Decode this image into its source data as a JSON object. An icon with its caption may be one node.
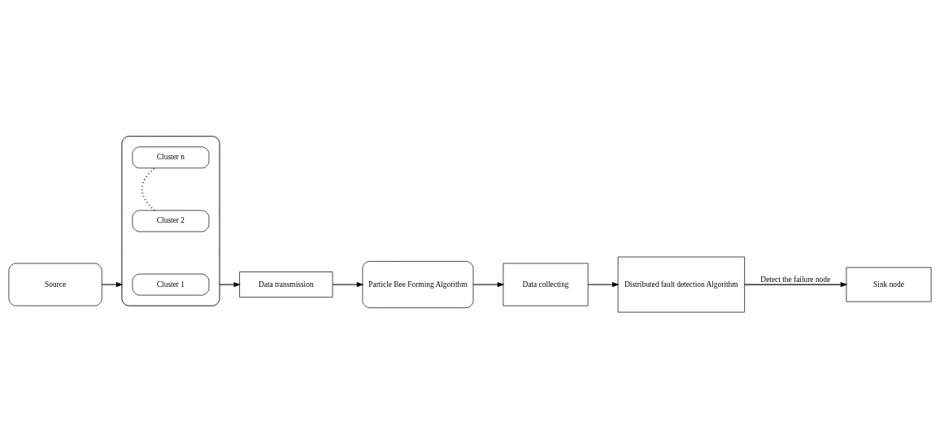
{
  "diagram": {
    "nodes": [
      {
        "text": [
          "Source"
        ]
      },
      {
        "text": [],
        "shape": "box"
      },
      {
        "text": [
          "Cluster 1"
        ],
        "in": 1
      },
      {
        "text": [
          "Cluster 2"
        ],
        "in": 1
      },
      {
        "text": [
          "Cluster n"
        ],
        "in": 1
      },
      {
        "text": [
          "Data transmission"
        ]
      },
      {
        "text": [
          "Particle Bee Forming Algorithm"
        ]
      },
      {
        "text": [
          "Data collecting"
        ]
      },
      {
        "text": [
          "Distributed fault detection Algorithm"
        ]
      },
      {
        "text": [
          "Sink node"
        ]
      }
    ],
    "edges": [
      {
        "from": 0,
        "to": 1,
        "arrow": "to"
      },
      {
        "from": 3,
        "to": 4,
        "arrow": "none",
        "style": "dashed"
      },
      {
        "from": 1,
        "to": 5,
        "arrow": "to"
      },
      {
        "from": 5,
        "to": 6,
        "arrow": "to"
      },
      {
        "from": 6,
        "to": 7,
        "arrow": "to"
      },
      {
        "from": 7,
        "to": 8,
        "arrow": "to"
      },
      {
        "from": 8,
        "to": 9,
        "arrow": "to",
        "label": "Detect the failure node"
      }
    ]
  }
}
